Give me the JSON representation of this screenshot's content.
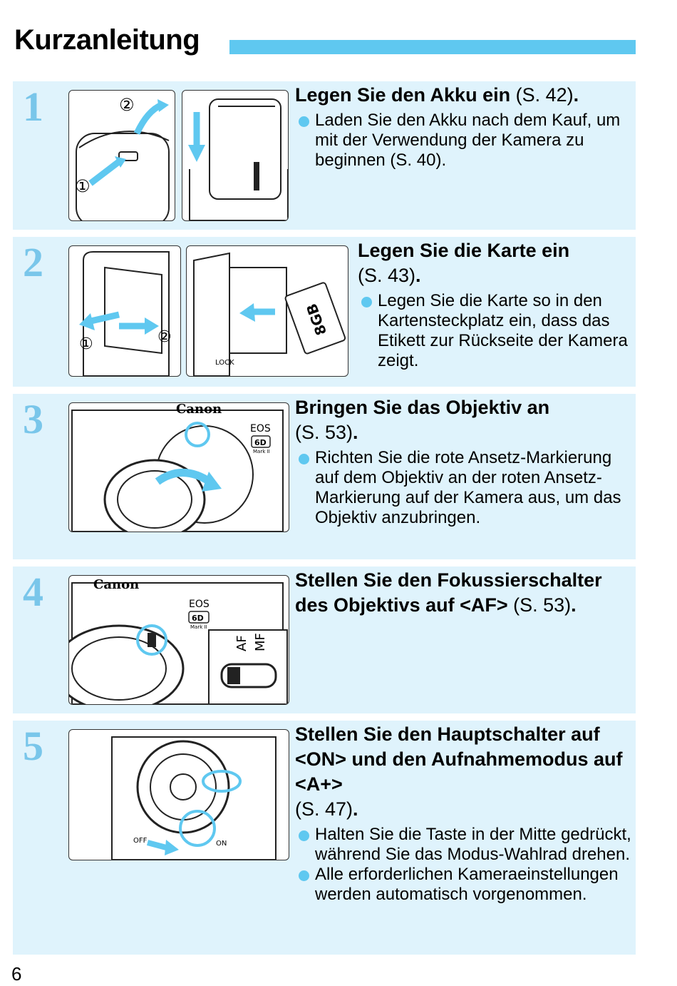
{
  "page": {
    "title": "Kurzanleitung",
    "page_number": "6"
  },
  "steps": [
    {
      "number": "1",
      "heading": "Legen Sie den Akku ein",
      "ref": "(S. 42)",
      "bullets": [
        "Laden Sie den Akku nach dem Kauf, um mit der Verwendung der Kamera zu beginnen (S. 40)."
      ],
      "photo_labels": [
        "②",
        "①"
      ]
    },
    {
      "number": "2",
      "heading": "Legen Sie die Karte ein",
      "ref": "(S. 43)",
      "bullets": [
        "Legen Sie die Karte so in den Kartensteckplatz ein, dass das Etikett zur Rückseite der Kamera zeigt."
      ],
      "photo_labels": [
        "①",
        "②",
        "8GB",
        "LOCK"
      ]
    },
    {
      "number": "3",
      "heading": "Bringen Sie das Objektiv an",
      "ref": "(S. 53)",
      "bullets": [
        "Richten Sie die rote Ansetz-Markierung auf dem Objektiv an der roten Ansetz-Markierung auf der Kamera aus, um das Objektiv anzubringen."
      ],
      "photo_labels": [
        "Canon",
        "EOS",
        "6D",
        "Mark II"
      ]
    },
    {
      "number": "4",
      "heading": "Stellen Sie den Fokussierschalter des Objektivs auf <AF>",
      "ref": "(S. 53)",
      "bullets": [],
      "photo_labels": [
        "Canon",
        "EOS",
        "6D",
        "Mark II",
        "AF",
        "MF"
      ]
    },
    {
      "number": "5",
      "heading": "Stellen Sie den Hauptschalter auf <ON> und den Aufnahmemodus auf <A+>",
      "ref": "(S. 47)",
      "bullets": [
        "Halten Sie die Taste in der Mitte gedrückt, während Sie das Modus-Wahlrad drehen.",
        "Alle erforderlichen Kameraeinstellungen werden automatisch vorgenommen."
      ],
      "photo_labels": [
        "OFF",
        "ON"
      ]
    }
  ],
  "colors": {
    "accent": "#5fc8f0",
    "step_number": "#79c6ea",
    "panel_bg": "#dff3fc"
  }
}
